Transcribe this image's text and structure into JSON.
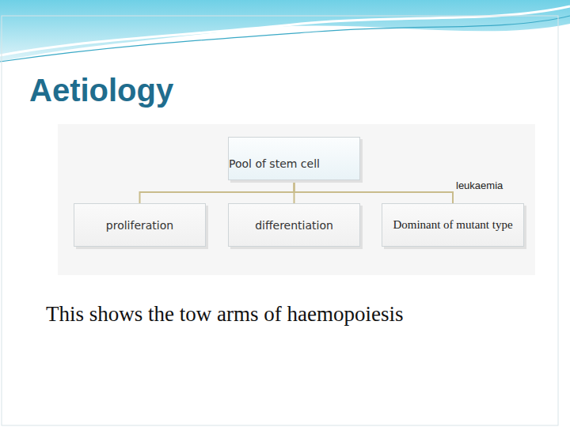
{
  "diagram": {
    "title": "Aetiology",
    "caption": "This shows the tow arms of haemopoiesis",
    "nodes": [
      {
        "text": [
          "Pool of stem cell"
        ]
      },
      {
        "text": [
          "proliferation"
        ]
      },
      {
        "text": [
          "differentiation"
        ]
      },
      {
        "text": [
          "Dominant of mutant type"
        ]
      }
    ],
    "edges": [
      {
        "from": 0,
        "to": 1,
        "arrow": "none"
      },
      {
        "from": 0,
        "to": 2,
        "arrow": "none"
      },
      {
        "from": 0,
        "to": 3,
        "label": "leukaemia",
        "arrow": "none"
      }
    ]
  }
}
